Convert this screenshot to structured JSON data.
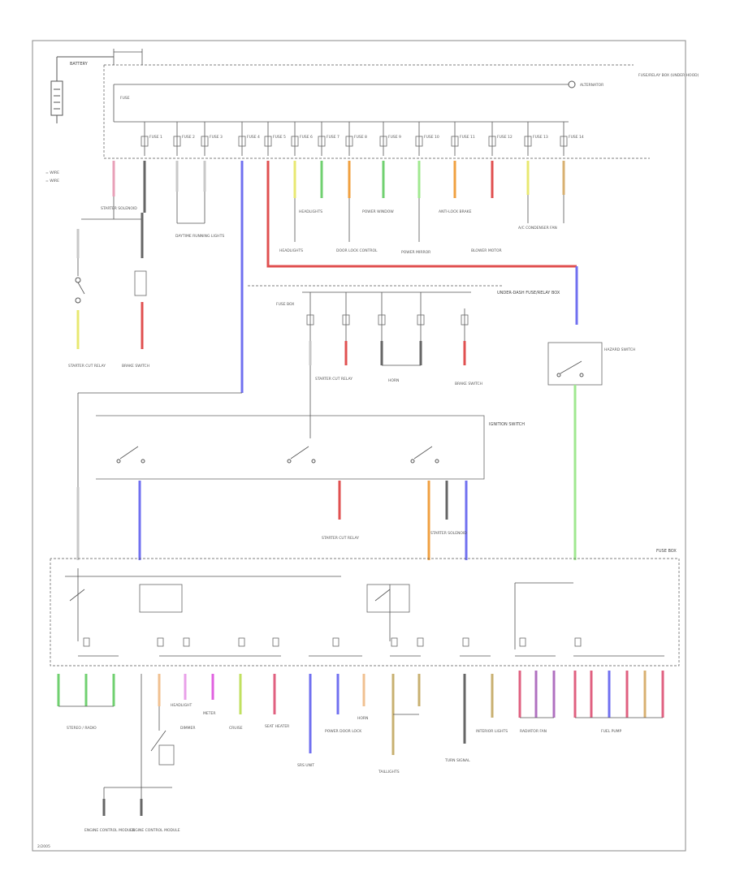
{
  "title": "Power Distribution Wiring Diagram",
  "footer_code": "2/2005",
  "colors": {
    "pink": "#e8a0b8",
    "black": "#555555",
    "white": "#c8c8c8",
    "blue": "#7070f0",
    "red": "#e05050",
    "yellow": "#e8e870",
    "green": "#70d070",
    "orange": "#f0a040",
    "lightgreen": "#a0e890",
    "tan": "#d8b070",
    "violet": "#c070e0",
    "purple": "#b070c0"
  },
  "legend": {
    "line1": "= WIRE",
    "line2": "= WIRE"
  },
  "top_labels": {
    "battery": "BATTERY",
    "fuse_box": "FUSE/RELAY BOX (UNDER HOOD)",
    "alternator": "ALTERNATOR",
    "hazard": "FUSE"
  },
  "fuse_top": [
    "FUSE 1",
    "FUSE 2",
    "FUSE 3",
    "FUSE 4",
    "FUSE 5",
    "FUSE 6",
    "FUSE 7",
    "FUSE 8",
    "FUSE 9",
    "FUSE 10",
    "FUSE 11",
    "FUSE 12",
    "FUSE 13",
    "FUSE 14"
  ],
  "mid_labels": {
    "ignition": "IGNITION SWITCH",
    "relay_box": "UNDER-DASH FUSE/RELAY BOX",
    "fuse_panel": "FUSE BOX",
    "starter_cut": "STARTER CUT RELAY",
    "brake_sw": "BRAKE SWITCH",
    "horn": "HORN",
    "hazard_sw": "HAZARD SWITCH"
  },
  "dest_top": [
    "STARTER SOLENOID",
    "DAYTIME RUNNING LIGHTS",
    "HEADLIGHTS",
    "DOOR LOCK CONTROL",
    "POWER WINDOW",
    "POWER MIRROR",
    "ANTI-LOCK BRAKE",
    "BLOWER MOTOR",
    "A/C CONDENSER FAN"
  ],
  "dest_bottom": [
    "STEREO / RADIO",
    "METER",
    "CRUISE",
    "SEAT HEATER",
    "SRS UNIT",
    "POWER DOOR LOCK",
    "HORN",
    "TAILLIGHTS",
    "TURN SIGNAL",
    "INTERIOR LIGHTS",
    "RADIATOR FAN",
    "FUEL PUMP",
    "ENGINE CONTROL MODULE"
  ],
  "bottom_switches": {
    "left": "HEADLIGHT",
    "right": "DIMMER"
  }
}
